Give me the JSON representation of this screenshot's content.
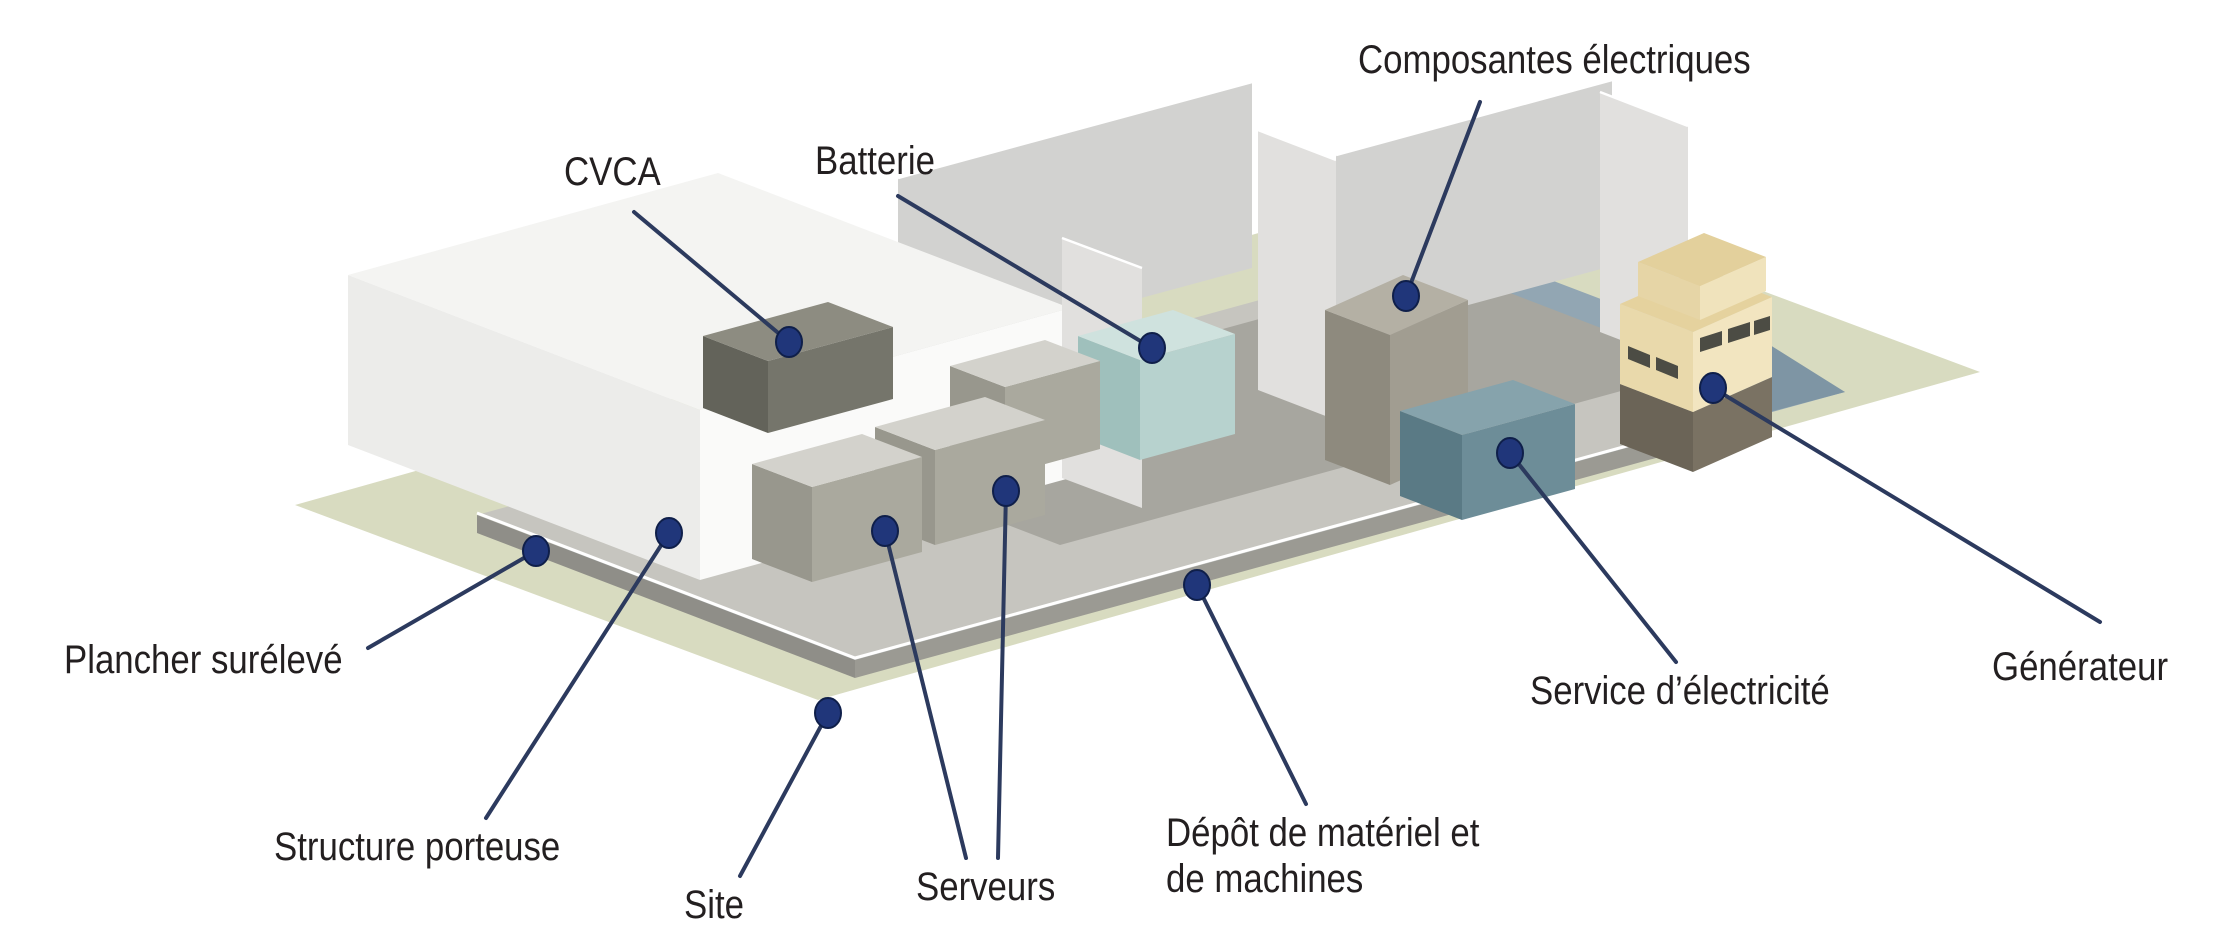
{
  "diagram": {
    "type": "isometric-datacenter-cutaway",
    "language": "fr"
  },
  "labels": {
    "cvca": "CVCA",
    "batterie": "Batterie",
    "composantes": "Composantes électriques",
    "plancher": "Plancher surélevé",
    "structure": "Structure porteuse",
    "site": "Site",
    "serveurs": "Serveurs",
    "depot_line1": "Dépôt de matériel et",
    "depot_line2": "de machines",
    "service": "Service d’électricité",
    "generateur": "Générateur"
  },
  "icons": {
    "callout_dot": "filled-navy-ellipse-marker",
    "leader_line": "thin-navy-line"
  },
  "colors": {
    "background": "#ffffff",
    "text_color": "#231f20",
    "leader_color": "#2c3a5e",
    "dot_fill": "#20367a",
    "dot_stroke": "#0f1f4a",
    "site_green": "#d8dbc0",
    "depot_blue": "#92a6b3",
    "depot_blue_dark": "#7e95a4",
    "slab_top": "#c6c5bf",
    "slab_side_left": "#8f8e88",
    "slab_side_right": "#9b9a93",
    "floor_inner": "#a7a69f",
    "building_left": "#ececea",
    "building_right": "#fafaf9",
    "building_roof": "#f4f4f2",
    "wall_face": "#d2d2d0",
    "wall_face_light": "#e1e0de",
    "wall_edge": "#ffffff",
    "cvca_left": "#63635a",
    "cvca_right": "#75756b",
    "cvca_top": "#8d8c81",
    "server_left": "#98978d",
    "server_right": "#aaa99e",
    "server_top": "#d3d2cc",
    "battery_left": "#9fc0bc",
    "battery_right": "#b7d2ce",
    "battery_top": "#cfe2de",
    "comp_left": "#8e8a7e",
    "comp_right": "#a19d91",
    "comp_top": "#b4b0a4",
    "service_left": "#5a7a85",
    "service_right": "#6d8d98",
    "service_top": "#86a3ac",
    "gen_base_left": "#6b6457",
    "gen_base_right": "#7a7263",
    "gen_tan_left": "#e9d9ab",
    "gen_tan_right": "#f2e5c0",
    "gen_roof": "#e5d29e",
    "gen_upper_left": "#e6d5a6",
    "gen_upper_right": "#f0e3bc",
    "gen_upper_top": "#e3d09c",
    "gen_window": "#4c4c44"
  }
}
